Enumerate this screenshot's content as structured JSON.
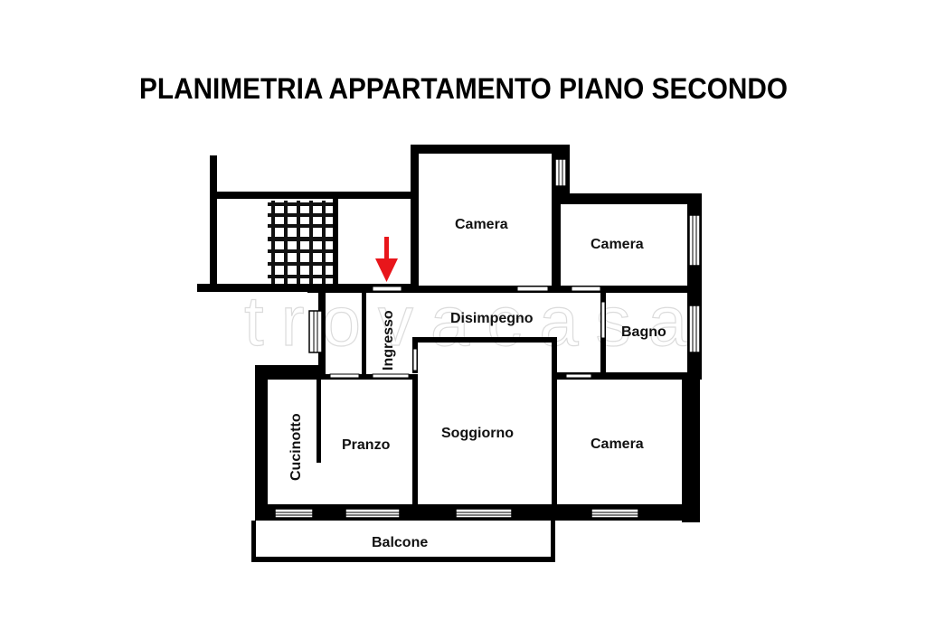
{
  "title": "PLANIMETRIA  APPARTAMENTO  PIANO SECONDO",
  "watermark": "trovacasa",
  "colors": {
    "wall": "#000000",
    "background": "#ffffff",
    "arrow": "#e8161b",
    "watermark": "#d8d8d8"
  },
  "entrance_arrow": {
    "icon": "arrow-down-icon",
    "color": "#e8161b"
  },
  "rooms": {
    "camera_top_left": "Camera",
    "camera_top_right": "Camera",
    "disimpegno": "Disimpegno",
    "ingresso": "Ingresso",
    "bagno": "Bagno",
    "cucinotto": "Cucinotto",
    "pranzo": "Pranzo",
    "soggiorno": "Soggiorno",
    "camera_bottom_right": "Camera",
    "balcone": "Balcone"
  }
}
